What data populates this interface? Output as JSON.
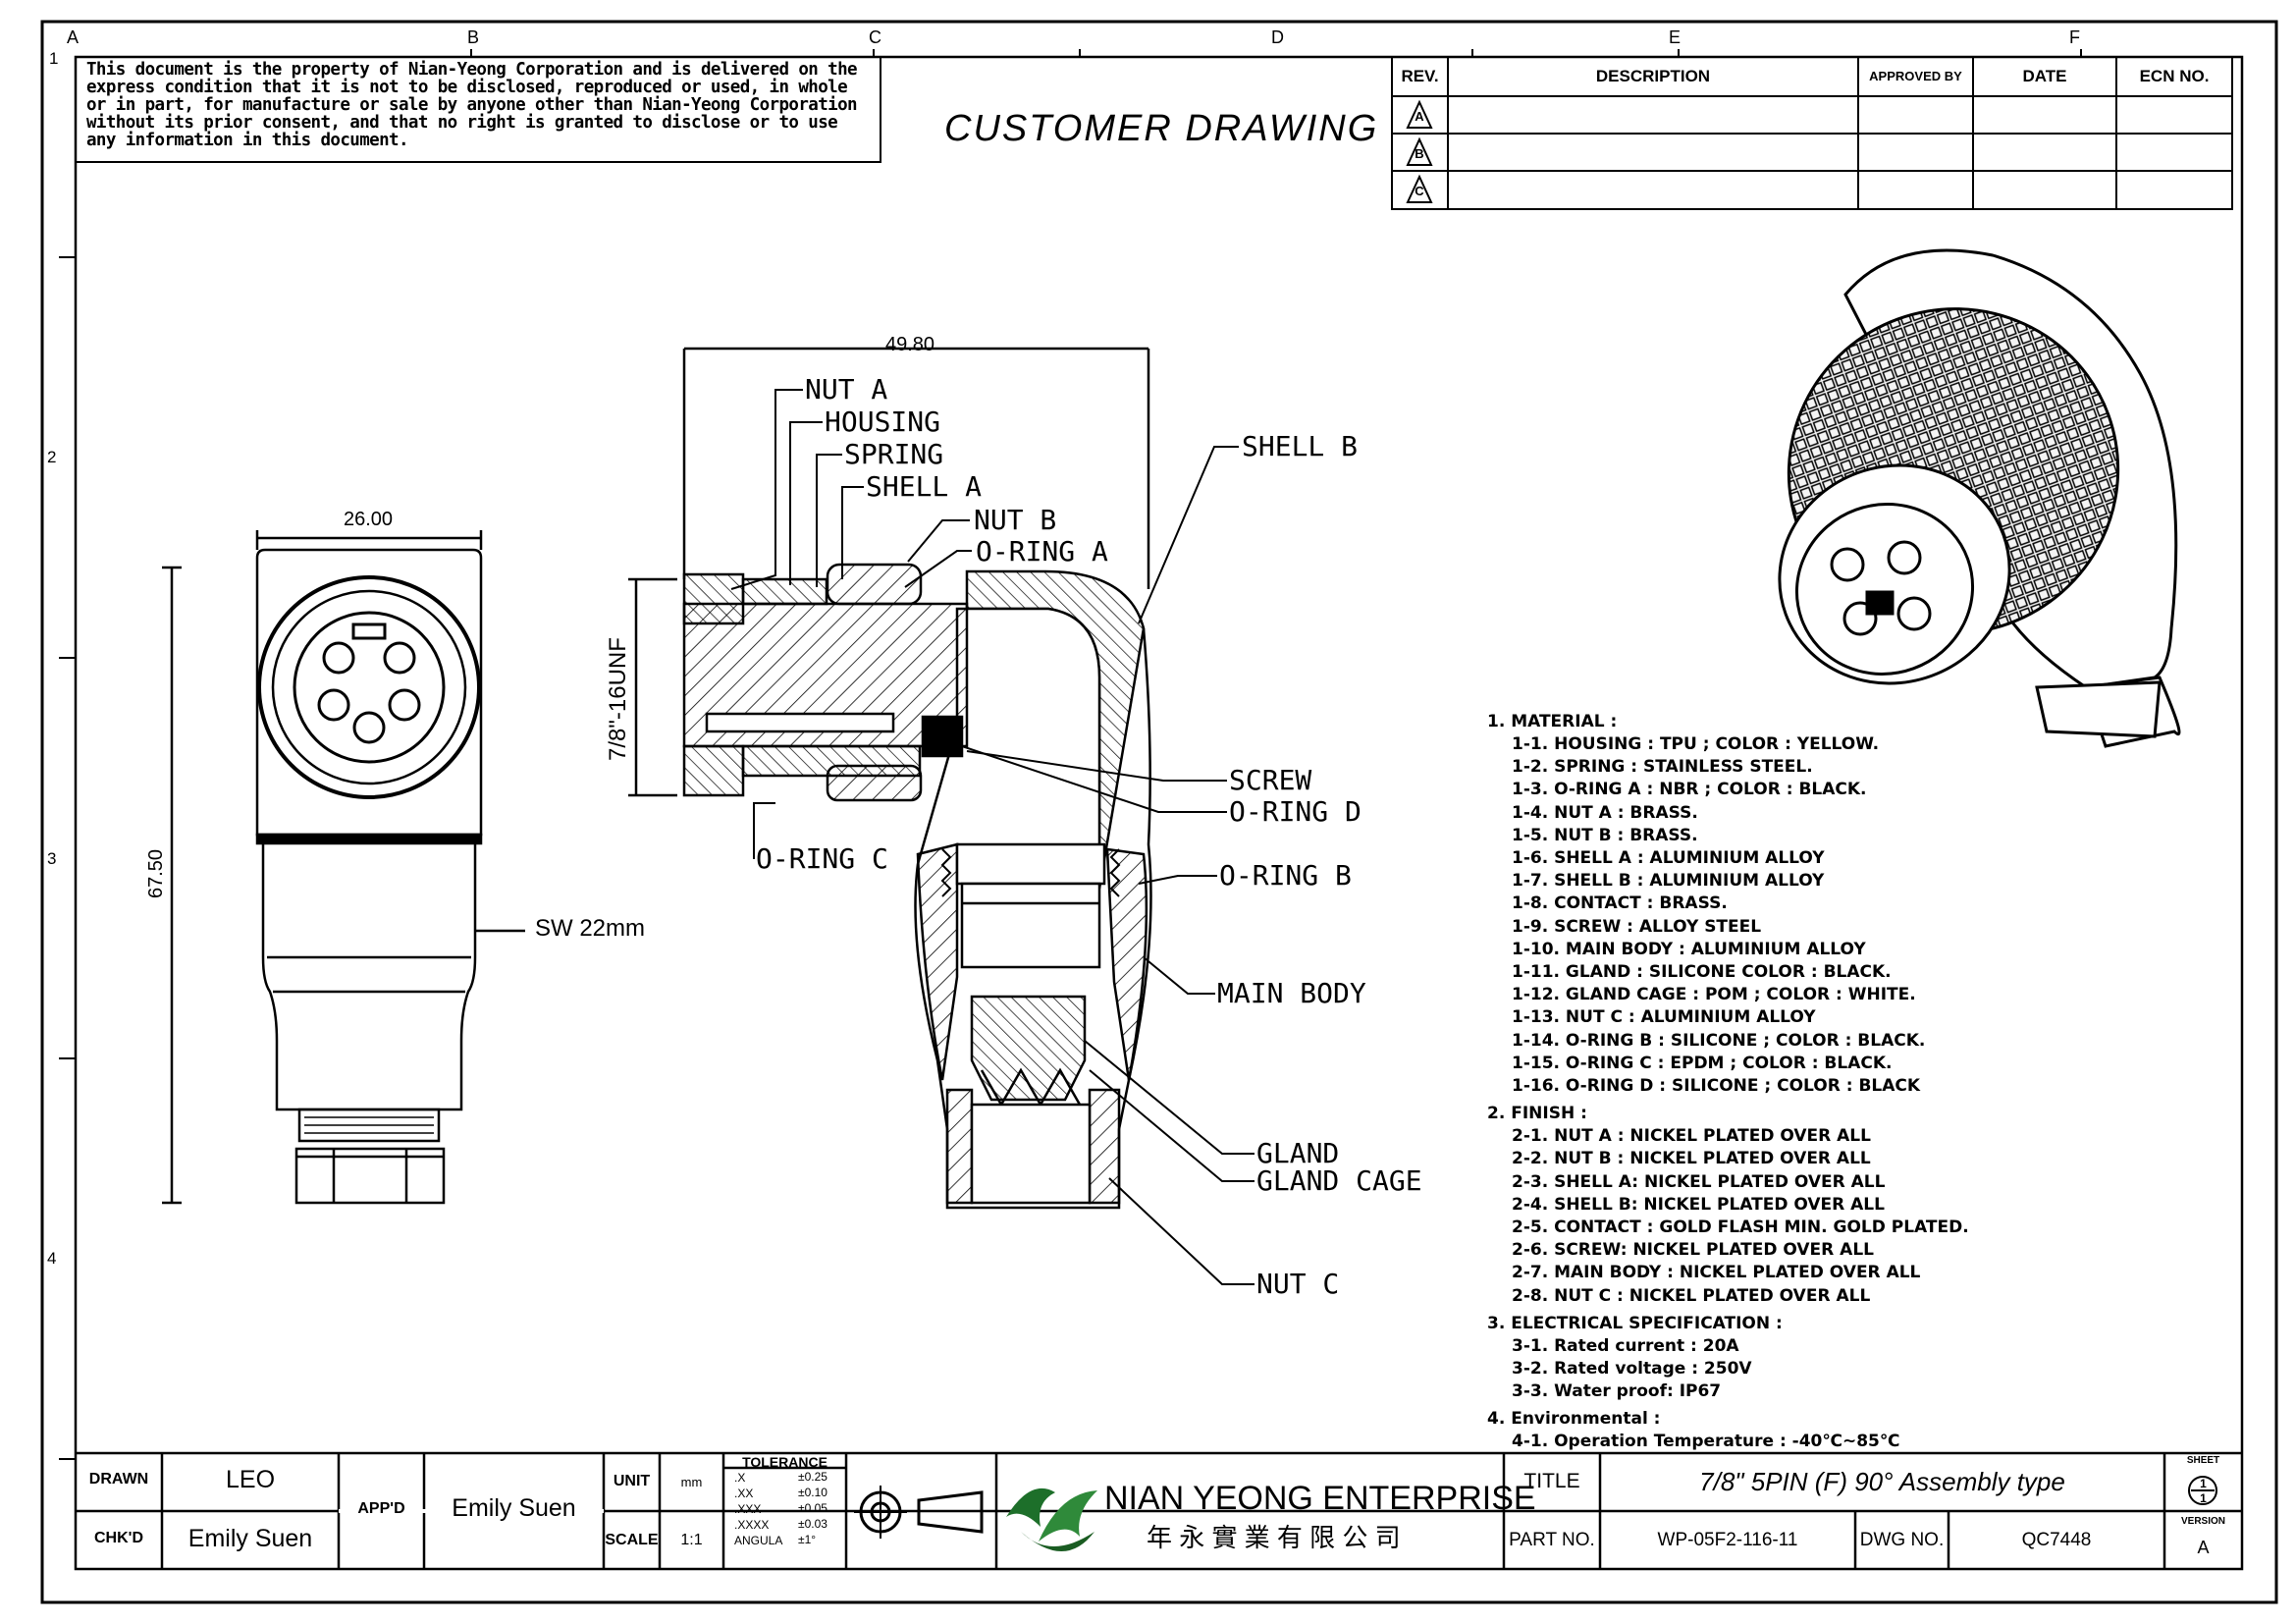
{
  "zones": {
    "top": [
      "A",
      "B",
      "C",
      "D",
      "E",
      "F"
    ],
    "side": [
      "1",
      "2",
      "3",
      "4"
    ]
  },
  "notice": "This document is the property of Nian-Yeong Corporation and is delivered on the express condition that it is not to be disclosed, reproduced or used, in whole or in part, for manufacture or sale by anyone other than Nian-Yeong Corporation without its prior consent, and that no right is granted to disclose or to use any information in this document.",
  "drawing_title": "CUSTOMER DRAWING",
  "revision_table": {
    "headers": [
      "REV.",
      "DESCRIPTION",
      "APPROVED BY",
      "DATE",
      "ECN NO."
    ],
    "revs": [
      "A",
      "B",
      "C"
    ]
  },
  "dimensions": {
    "width_front": "26.00",
    "height_front": "67.50",
    "width_section": "49.80",
    "thread": "7/8\"-16UNF",
    "wrench": "SW 22mm"
  },
  "part_labels": {
    "nut_a": "NUT A",
    "housing": "HOUSING",
    "spring": "SPRING",
    "shell_a": "SHELL A",
    "nut_b": "NUT B",
    "o_ring_a": "O-RING A",
    "shell_b": "SHELL B",
    "screw": "SCREW",
    "o_ring_d": "O-RING D",
    "o_ring_c": "O-RING C",
    "o_ring_b": "O-RING B",
    "main_body": "MAIN BODY",
    "gland": "GLAND",
    "gland_cage": "GLAND CAGE",
    "nut_c": "NUT C"
  },
  "specs": [
    {
      "head": "1. MATERIAL :",
      "items": [
        "1-1. HOUSING : TPU ; COLOR : YELLOW.",
        "1-2. SPRING : STAINLESS STEEL.",
        "1-3. O-RING A : NBR ; COLOR : BLACK.",
        "1-4. NUT A : BRASS.",
        "1-5. NUT B : BRASS.",
        "1-6. SHELL A : ALUMINIUM ALLOY",
        "1-7. SHELL B : ALUMINIUM ALLOY",
        "1-8. CONTACT : BRASS.",
        "1-9. SCREW : ALLOY STEEL",
        "1-10. MAIN BODY : ALUMINIUM ALLOY",
        "1-11. GLAND : SILICONE COLOR : BLACK.",
        "1-12. GLAND CAGE : POM ; COLOR : WHITE.",
        "1-13. NUT C : ALUMINIUM ALLOY",
        "1-14. O-RING B : SILICONE ; COLOR : BLACK.",
        "1-15. O-RING C : EPDM ; COLOR : BLACK.",
        "1-16. O-RING D : SILICONE ; COLOR : BLACK"
      ]
    },
    {
      "head": "2. FINISH :",
      "items": [
        "2-1. NUT A : NICKEL PLATED OVER ALL",
        "2-2. NUT B : NICKEL PLATED OVER ALL",
        "2-3. SHELL A: NICKEL PLATED OVER ALL",
        "2-4. SHELL B: NICKEL PLATED OVER ALL",
        "2-5. CONTACT : GOLD FLASH MIN. GOLD PLATED.",
        "2-6. SCREW: NICKEL PLATED OVER ALL",
        "2-7. MAIN BODY : NICKEL PLATED OVER ALL",
        "2-8. NUT C : NICKEL PLATED OVER ALL"
      ]
    },
    {
      "head": "3. ELECTRICAL SPECIFICATION :",
      "items": [
        "3-1. Rated current : 20A",
        "3-2. Rated voltage : 250V",
        "3-3. Water proof: IP67"
      ]
    },
    {
      "head": "4. Environmental :",
      "items": [
        "4-1. Operation Temperature : -40℃~85℃"
      ]
    }
  ],
  "title_block": {
    "drawn_label": "DRAWN",
    "drawn": "LEO",
    "chkd_label": "CHK'D",
    "chkd": "Emily Suen",
    "appd_label": "APP'D",
    "appd": "Emily Suen",
    "unit_label": "UNIT",
    "unit": "mm",
    "scale_label": "SCALE",
    "scale": "1:1",
    "tolerance_label": "TOLERANCE",
    "tolerances": [
      {
        "k": ".X",
        "v": "±0.25"
      },
      {
        "k": ".XX",
        "v": "±0.10"
      },
      {
        "k": ".XXX",
        "v": "±0.05"
      },
      {
        "k": ".XXXX",
        "v": "±0.03"
      },
      {
        "k": "ANGULA",
        "v": "±1°"
      }
    ],
    "company": "NIAN YEONG ENTERPRISE",
    "company_cn": "年 永 實 業 有 限 公 司",
    "title_label": "TITLE",
    "title": "7/8\" 5PIN (F) 90° Assembly type",
    "part_no_label": "PART NO.",
    "part_no": "WP-05F2-116-11",
    "dwg_no_label": "DWG NO.",
    "dwg_no": "QC7448",
    "sheet_label": "SHEET",
    "sheet_num": "1",
    "sheet_total": "1",
    "version_label": "VERSION",
    "version": "A"
  }
}
